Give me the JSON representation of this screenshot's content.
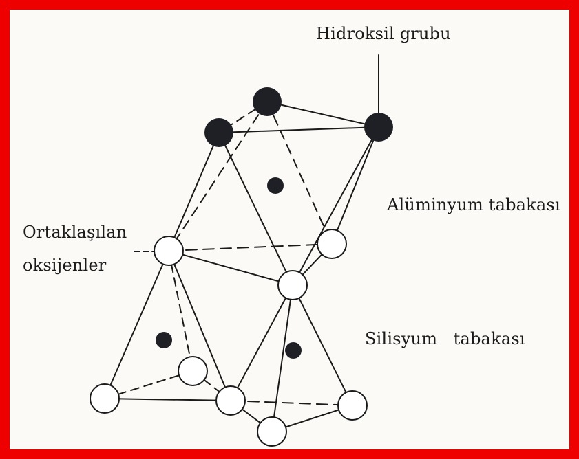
{
  "labels": {
    "hydroxyl": "Hidroksil grubu",
    "aluminum": "Alüminyum tabakası",
    "shared_line1": "Ortaklaşılan",
    "shared_line2": "oksijenler",
    "silicon": "Silisyum   tabakası"
  },
  "colors": {
    "frame": "#ee0000",
    "ink": "#1a1a1a",
    "atom_fill_dark": "#1f1f26",
    "atom_fill_light": "#ffffff"
  }
}
